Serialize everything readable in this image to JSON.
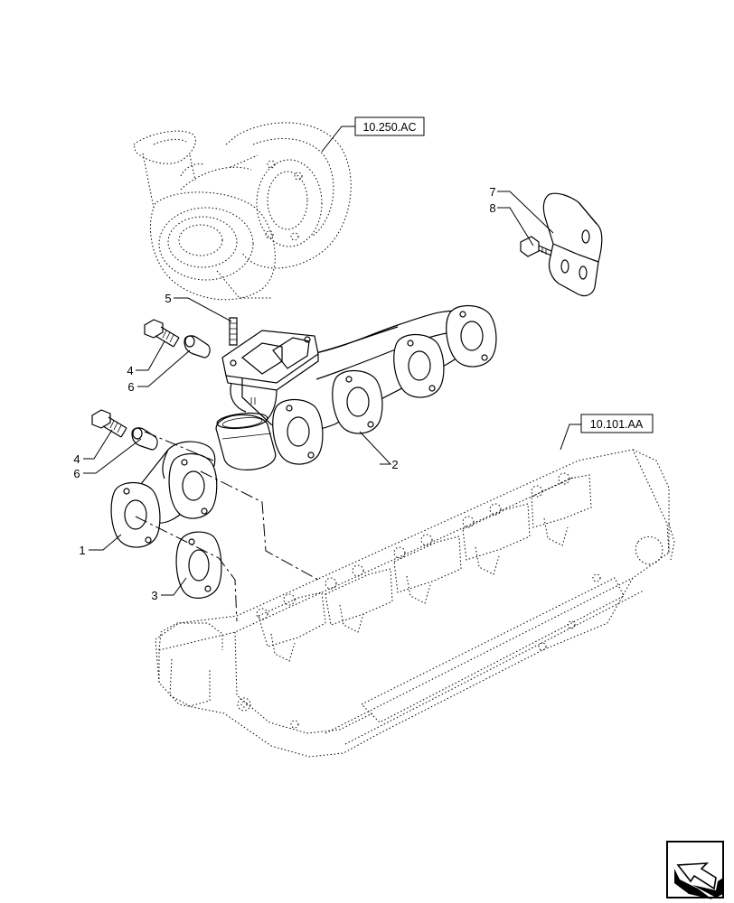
{
  "references": {
    "turbocharger_ref": "10.250.AC",
    "cylinder_head_ref": "10.101.AA"
  },
  "callouts": {
    "c1": "1",
    "c2": "2",
    "c3": "3",
    "c4_upper": "4",
    "c4_lower": "4",
    "c5": "5",
    "c6_upper": "6",
    "c6_lower": "6",
    "c7": "7",
    "c8": "8"
  },
  "nav_icon": "next-page-arrow-icon"
}
